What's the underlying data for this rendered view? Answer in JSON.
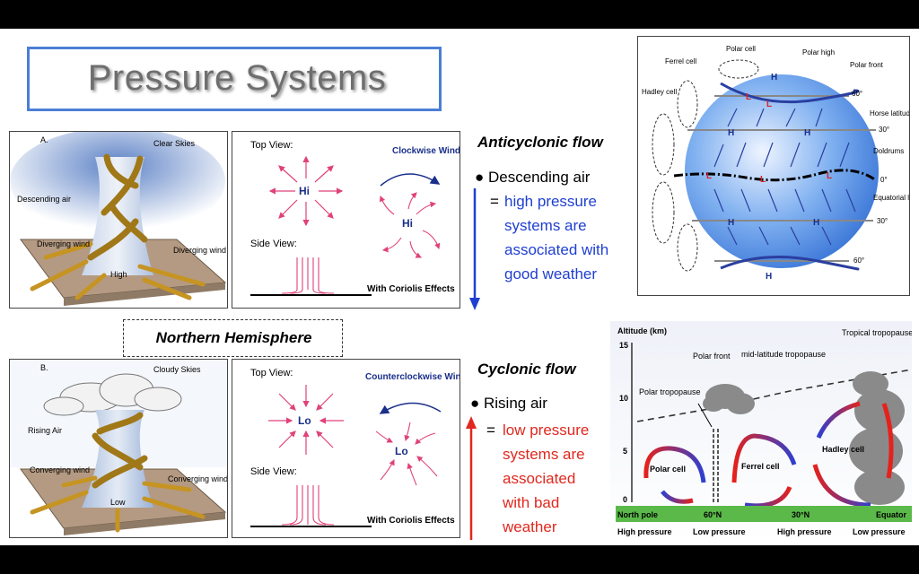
{
  "title": "Pressure Systems",
  "northern_hemisphere": "Northern Hemisphere",
  "anticyclone": {
    "illustration": {
      "letter": "A.",
      "sky": "Clear Skies",
      "descending": "Descending air",
      "diverging_left": "Diverging wind",
      "diverging_right": "Diverging wind",
      "center": "High"
    },
    "schematic": {
      "top_view": "Top View:",
      "side_view": "Side View:",
      "center": "Hi",
      "rotation": "Clockwise Wind Flow",
      "coriolis": "With Coriolis Effects",
      "coriolis_center": "Hi"
    },
    "flow_title": "Anticyclonic flow",
    "bullet": "Descending air",
    "desc_prefix": "= ",
    "desc_lines": [
      "high pressure",
      "systems are",
      "associated with",
      "good weather"
    ],
    "color": "#1f3fd1"
  },
  "cyclone": {
    "illustration": {
      "letter": "B.",
      "sky": "Cloudy Skies",
      "rising": "Rising Air",
      "converging_left": "Converging wind",
      "converging_right": "Converging wind",
      "center": "Low"
    },
    "schematic": {
      "top_view": "Top View:",
      "side_view": "Side View:",
      "center": "Lo",
      "rotation": "Counterclockwise Wind Flow",
      "coriolis": "With Coriolis Effects",
      "coriolis_center": "Lo"
    },
    "flow_title": "Cyclonic flow",
    "bullet": "Rising air",
    "desc_prefix": "= ",
    "desc_lines": [
      "low pressure",
      "systems are",
      "associated",
      "with bad",
      "weather"
    ],
    "color": "#e0281e"
  },
  "globe": {
    "labels": {
      "polar_cell": "Polar cell",
      "polar_high": "Polar high",
      "polar_front": "Polar front",
      "ferrel_cell": "Ferrel cell",
      "hadley_cell": "Hadley cell",
      "horse_latitudes": "Horse latitudes",
      "doldrums": "Doldrums",
      "equatorial_lows": "Equatorial lows"
    },
    "latitudes": [
      "60°",
      "30°",
      "0°",
      "30°",
      "60°"
    ],
    "high": "H",
    "low": "L"
  },
  "cross_section": {
    "axis_title": "Altitude (km)",
    "ticks": [
      "15",
      "10",
      "5",
      "0"
    ],
    "labels": {
      "tropical_tropopause": "Tropical tropopause",
      "polar_front": "Polar front",
      "mid_latitude_tropopause": "mid-latitude tropopause",
      "polar_tropopause": "Polar tropopause",
      "polar_cell": "Polar cell",
      "ferrel_cell": "Ferrel cell",
      "hadley_cell": "Hadley cell"
    },
    "ground_labels": [
      "North pole",
      "60°N",
      "30°N",
      "Equator"
    ],
    "pressure_labels": [
      "High pressure",
      "Low pressure",
      "High pressure",
      "Low pressure"
    ]
  }
}
